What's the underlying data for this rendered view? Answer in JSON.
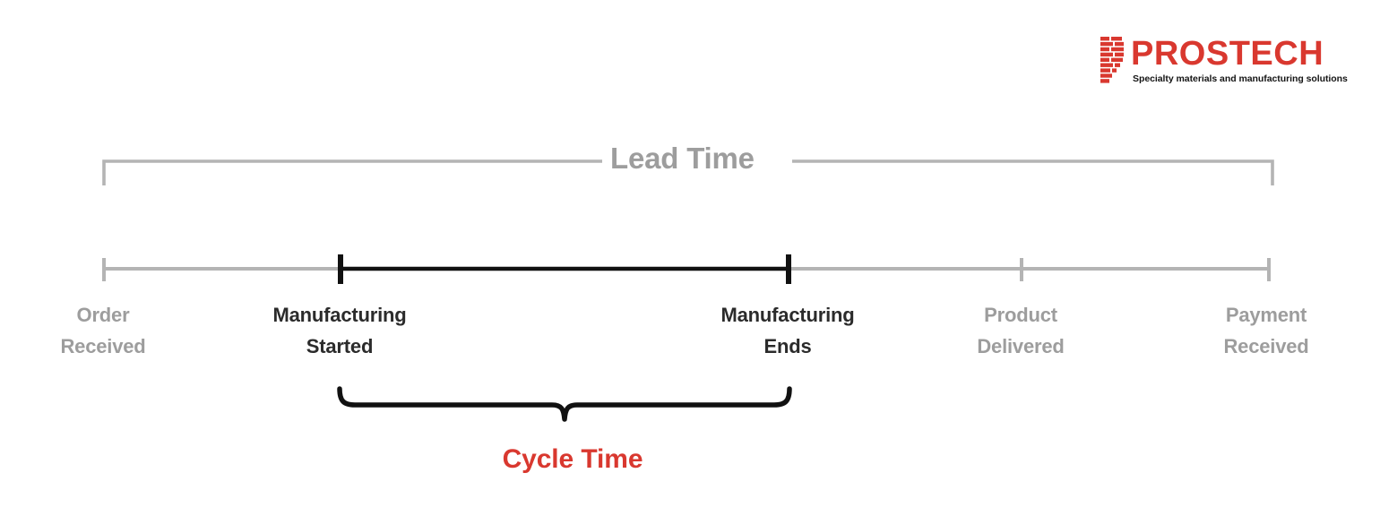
{
  "brand": {
    "name": "PROSTECH",
    "tagline": "Specialty materials and manufacturing solutions",
    "mark_icon": "prostech-p-blocks-logo-icon",
    "color": "#d9382f"
  },
  "diagram": {
    "title": "Lead Time and Cycle Time timeline",
    "colors": {
      "dim": "#9d9d9d",
      "hot": "#2b2b2b",
      "accent": "#d9382f",
      "background": "#ffffff"
    },
    "lead_time": {
      "label": "Lead Time",
      "spans_from": "Order Received",
      "spans_to": "Payment Received"
    },
    "cycle_time": {
      "label": "Cycle Time",
      "spans_from": "Manufacturing Started",
      "spans_to": "Manufacturing Ends"
    },
    "milestones": [
      {
        "line1": "Order",
        "line2": "Received",
        "emphasis": "dim"
      },
      {
        "line1": "Manufacturing",
        "line2": "Started",
        "emphasis": "hot"
      },
      {
        "line1": "Manufacturing",
        "line2": "Ends",
        "emphasis": "hot"
      },
      {
        "line1": "Product",
        "line2": "Delivered",
        "emphasis": "dim"
      },
      {
        "line1": "Payment",
        "line2": "Received",
        "emphasis": "dim"
      }
    ]
  }
}
